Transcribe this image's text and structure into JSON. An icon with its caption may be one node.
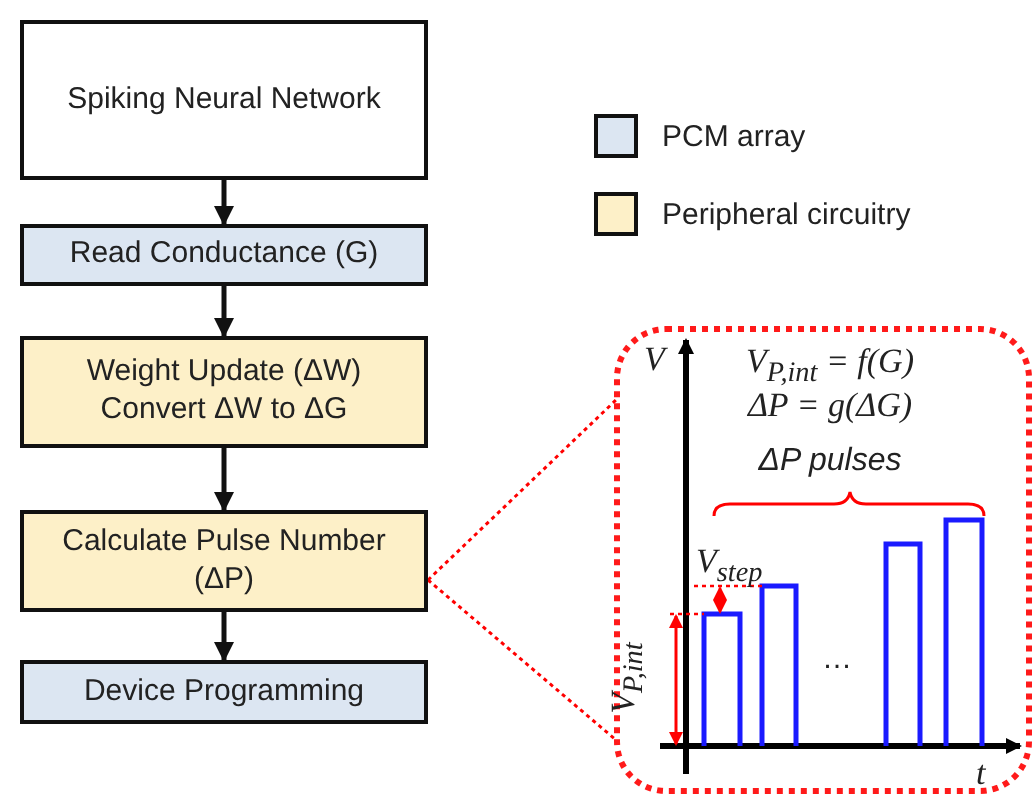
{
  "diagram": {
    "nodes": [
      {
        "text": [
          "Spiking Neural Network"
        ]
      },
      {
        "text": [
          "Read Conductance (G)"
        ]
      },
      {
        "text": [
          "Weight Update (ΔW)",
          "Convert ΔW to ΔG"
        ]
      },
      {
        "text": [
          "Calculate Pulse Number (ΔP)"
        ]
      },
      {
        "text": [
          "Device Programming"
        ]
      },
      {
        "text": [
          "V$_{P,int}$ = f(G)",
          "ΔP = g(ΔG)",
          "ΔP pulses",
          "V",
          "V$_{step}$",
          "V$_{P,int}$",
          "…",
          "t"
        ]
      }
    ],
    "edges": [
      {
        "from": 0,
        "to": 1,
        "arrow": "to"
      },
      {
        "from": 1,
        "to": 2,
        "arrow": "to"
      },
      {
        "from": 2,
        "to": 3,
        "arrow": "to"
      },
      {
        "from": 3,
        "to": 4,
        "arrow": "to"
      },
      {
        "from": 3,
        "to": 5,
        "arrow": "none",
        "style": "dashed",
        "color": "#ff0000"
      },
      {
        "from": 3,
        "to": 5,
        "arrow": "none",
        "style": "dashed",
        "color": "#ff0000"
      }
    ],
    "legend": [
      {
        "text": "PCM array",
        "color": "#dce6f2"
      },
      {
        "text": "Peripheral circuitry",
        "color": "#fdf0c8"
      }
    ]
  }
}
